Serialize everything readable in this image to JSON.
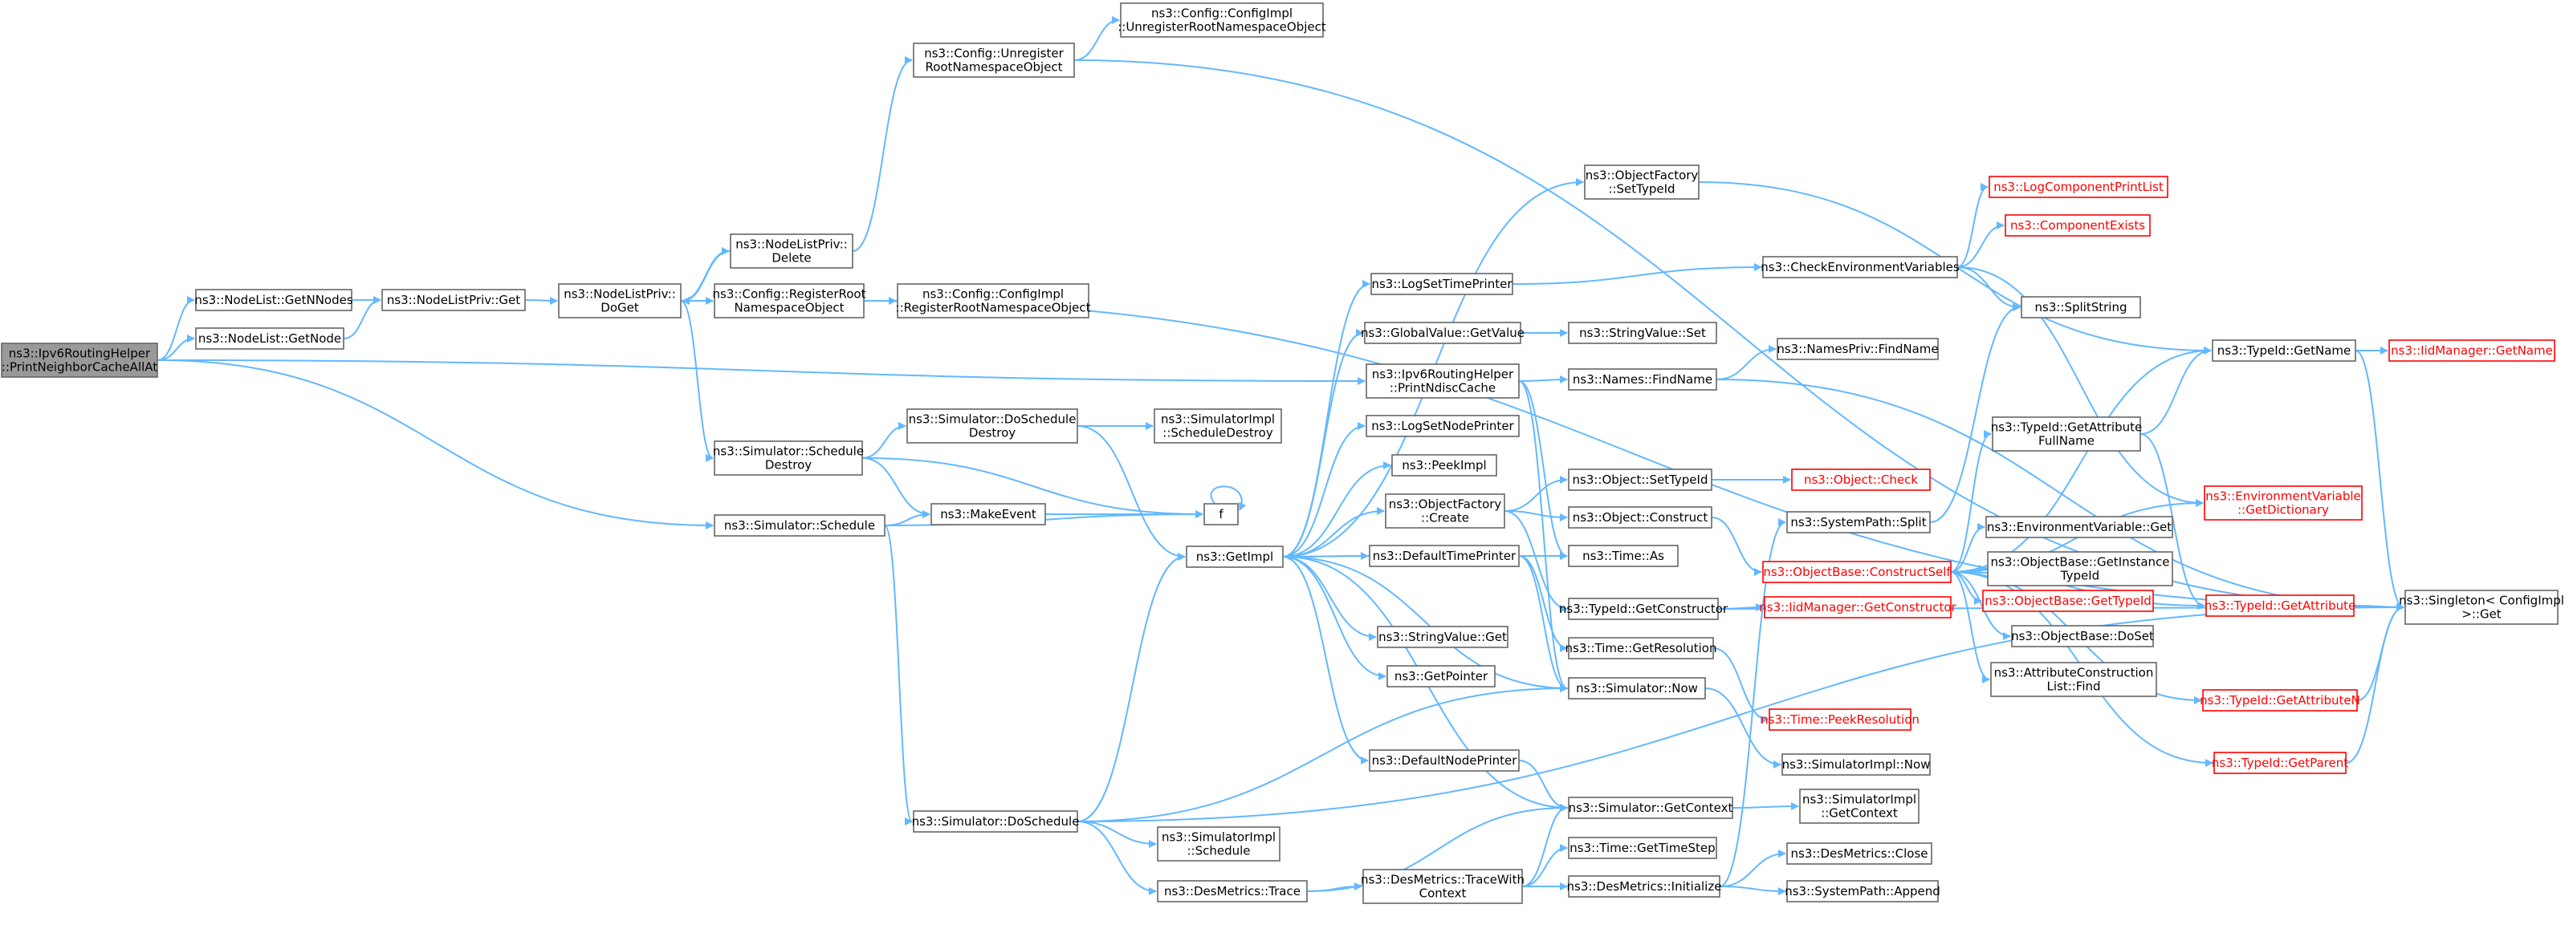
{
  "graph": {
    "nodes": [
      {
        "id": "root",
        "lines": [
          "ns3::Ipv6RoutingHelper",
          "::PrintNeighborCacheAllAt"
        ],
        "style": "root"
      },
      {
        "id": "nlGetNNodes",
        "lines": [
          "ns3::NodeList::GetNNodes"
        ]
      },
      {
        "id": "nlGetNode",
        "lines": [
          "ns3::NodeList::GetNode"
        ]
      },
      {
        "id": "nlpGet",
        "lines": [
          "ns3::NodeListPriv::Get"
        ]
      },
      {
        "id": "nlpDoGet",
        "lines": [
          "ns3::NodeListPriv::",
          "DoGet"
        ]
      },
      {
        "id": "nlpDelete",
        "lines": [
          "ns3::NodeListPriv::",
          "Delete"
        ]
      },
      {
        "id": "cfgUnreg",
        "lines": [
          "ns3::Config::Unregister",
          "RootNamespaceObject"
        ]
      },
      {
        "id": "cfgImplUnreg",
        "lines": [
          "ns3::Config::ConfigImpl",
          "::UnregisterRootNamespaceObject"
        ]
      },
      {
        "id": "cfgReg",
        "lines": [
          "ns3::Config::RegisterRoot",
          "NamespaceObject"
        ]
      },
      {
        "id": "cfgImplReg",
        "lines": [
          "ns3::Config::ConfigImpl",
          "::RegisterRootNamespaceObject"
        ]
      },
      {
        "id": "simSchedDestroy",
        "lines": [
          "ns3::Simulator::Schedule",
          "Destroy"
        ]
      },
      {
        "id": "simDoSchedDestroy",
        "lines": [
          "ns3::Simulator::DoSchedule",
          "Destroy"
        ]
      },
      {
        "id": "simImplSchedDestroy",
        "lines": [
          "ns3::SimulatorImpl",
          "::ScheduleDestroy"
        ]
      },
      {
        "id": "makeEvent",
        "lines": [
          "ns3::MakeEvent"
        ]
      },
      {
        "id": "f",
        "lines": [
          "f"
        ]
      },
      {
        "id": "simSchedule",
        "lines": [
          "ns3::Simulator::Schedule"
        ]
      },
      {
        "id": "simDoSchedule",
        "lines": [
          "ns3::Simulator::DoSchedule"
        ]
      },
      {
        "id": "getImpl",
        "lines": [
          "ns3::GetImpl"
        ]
      },
      {
        "id": "simImplSchedule",
        "lines": [
          "ns3::SimulatorImpl",
          "::Schedule"
        ]
      },
      {
        "id": "desTrace",
        "lines": [
          "ns3::DesMetrics::Trace"
        ]
      },
      {
        "id": "desTraceCtx",
        "lines": [
          "ns3::DesMetrics::TraceWith",
          "Context"
        ]
      },
      {
        "id": "timeGetTimeStep",
        "lines": [
          "ns3::Time::GetTimeStep"
        ]
      },
      {
        "id": "desInit",
        "lines": [
          "ns3::DesMetrics::Initialize"
        ]
      },
      {
        "id": "desClose",
        "lines": [
          "ns3::DesMetrics::Close"
        ]
      },
      {
        "id": "sysAppend",
        "lines": [
          "ns3::SystemPath::Append"
        ]
      },
      {
        "id": "simGetContext",
        "lines": [
          "ns3::Simulator::GetContext"
        ]
      },
      {
        "id": "simImplGetContext",
        "lines": [
          "ns3::SimulatorImpl",
          "::GetContext"
        ]
      },
      {
        "id": "defNodePrinter",
        "lines": [
          "ns3::DefaultNodePrinter"
        ]
      },
      {
        "id": "getPointer",
        "lines": [
          "ns3::GetPointer"
        ]
      },
      {
        "id": "strValGet",
        "lines": [
          "ns3::StringValue::Get"
        ]
      },
      {
        "id": "defTimePrinter",
        "lines": [
          "ns3::DefaultTimePrinter"
        ]
      },
      {
        "id": "objFactCreate",
        "lines": [
          "ns3::ObjectFactory",
          "::Create"
        ]
      },
      {
        "id": "peekImpl",
        "lines": [
          "ns3::PeekImpl"
        ]
      },
      {
        "id": "logSetNodePrinter",
        "lines": [
          "ns3::LogSetNodePrinter"
        ]
      },
      {
        "id": "ipv6PrintNdisc",
        "lines": [
          "ns3::Ipv6RoutingHelper",
          "::PrintNdiscCache"
        ]
      },
      {
        "id": "gvGetValue",
        "lines": [
          "ns3::GlobalValue::GetValue"
        ]
      },
      {
        "id": "strValSet",
        "lines": [
          "ns3::StringValue::Set"
        ]
      },
      {
        "id": "logSetTimePrinter",
        "lines": [
          "ns3::LogSetTimePrinter"
        ]
      },
      {
        "id": "objFactSetTypeId",
        "lines": [
          "ns3::ObjectFactory",
          "::SetTypeId"
        ]
      },
      {
        "id": "checkEnv",
        "lines": [
          "ns3::CheckEnvironmentVariables"
        ]
      },
      {
        "id": "namesFind",
        "lines": [
          "ns3::Names::FindName"
        ]
      },
      {
        "id": "namesPrivFind",
        "lines": [
          "ns3::NamesPriv::FindName"
        ]
      },
      {
        "id": "objSetTypeId",
        "lines": [
          "ns3::Object::SetTypeId"
        ]
      },
      {
        "id": "objCheck",
        "lines": [
          "ns3::Object::Check"
        ],
        "style": "red"
      },
      {
        "id": "objConstruct",
        "lines": [
          "ns3::Object::Construct"
        ]
      },
      {
        "id": "timeAs",
        "lines": [
          "ns3::Time::As"
        ]
      },
      {
        "id": "typeIdGetCtor",
        "lines": [
          "ns3::TypeId::GetConstructor"
        ]
      },
      {
        "id": "iidGetCtor",
        "lines": [
          "ns3::IidManager::GetConstructor"
        ],
        "style": "red"
      },
      {
        "id": "timeGetRes",
        "lines": [
          "ns3::Time::GetResolution"
        ]
      },
      {
        "id": "timePeekRes",
        "lines": [
          "ns3::Time::PeekResolution"
        ],
        "style": "red"
      },
      {
        "id": "simNow",
        "lines": [
          "ns3::Simulator::Now"
        ]
      },
      {
        "id": "simImplNow",
        "lines": [
          "ns3::SimulatorImpl::Now"
        ]
      },
      {
        "id": "sysSplit",
        "lines": [
          "ns3::SystemPath::Split"
        ]
      },
      {
        "id": "objBaseCS",
        "lines": [
          "ns3::ObjectBase::ConstructSelf"
        ],
        "style": "red"
      },
      {
        "id": "logCompPrint",
        "lines": [
          "ns3::LogComponentPrintList"
        ],
        "style": "red"
      },
      {
        "id": "compExists",
        "lines": [
          "ns3::ComponentExists"
        ],
        "style": "red"
      },
      {
        "id": "splitString",
        "lines": [
          "ns3::SplitString"
        ]
      },
      {
        "id": "typeIdGetName",
        "lines": [
          "ns3::TypeId::GetName"
        ]
      },
      {
        "id": "iidGetName",
        "lines": [
          "ns3::IidManager::GetName"
        ],
        "style": "red"
      },
      {
        "id": "typeIdGetAttrFull",
        "lines": [
          "ns3::TypeId::GetAttribute",
          "FullName"
        ]
      },
      {
        "id": "envGetDict",
        "lines": [
          "ns3::EnvironmentVariable",
          "::GetDictionary"
        ],
        "style": "red"
      },
      {
        "id": "envGet",
        "lines": [
          "ns3::EnvironmentVariable::Get"
        ]
      },
      {
        "id": "objBaseGetInst",
        "lines": [
          "ns3::ObjectBase::GetInstance",
          "TypeId"
        ]
      },
      {
        "id": "objBaseGetTypeId",
        "lines": [
          "ns3::ObjectBase::GetTypeId"
        ],
        "style": "red"
      },
      {
        "id": "objBaseDoSet",
        "lines": [
          "ns3::ObjectBase::DoSet"
        ]
      },
      {
        "id": "attrConstFind",
        "lines": [
          "ns3::AttributeConstruction",
          "List::Find"
        ]
      },
      {
        "id": "typeIdGetAttr",
        "lines": [
          "ns3::TypeId::GetAttribute"
        ],
        "style": "red"
      },
      {
        "id": "typeIdGetAttrN",
        "lines": [
          "ns3::TypeId::GetAttributeN"
        ],
        "style": "red"
      },
      {
        "id": "typeIdGetParent",
        "lines": [
          "ns3::TypeId::GetParent"
        ],
        "style": "red"
      },
      {
        "id": "singletonGet",
        "lines": [
          "ns3::Singleton< ConfigImpl",
          ">::Get"
        ]
      }
    ],
    "edges": [
      [
        "root",
        "nlGetNNodes"
      ],
      [
        "root",
        "nlGetNode"
      ],
      [
        "root",
        "ipv6PrintNdisc"
      ],
      [
        "root",
        "simSchedule"
      ],
      [
        "nlGetNNodes",
        "nlpGet"
      ],
      [
        "nlGetNode",
        "nlpGet"
      ],
      [
        "nlpGet",
        "nlpDoGet"
      ],
      [
        "nlpDoGet",
        "nlpDelete"
      ],
      [
        "nlpDoGet",
        "cfgReg"
      ],
      [
        "nlpDoGet",
        "simSchedDestroy"
      ],
      [
        "nlpDelete",
        "nlpDoGet"
      ],
      [
        "nlpDelete",
        "cfgUnreg"
      ],
      [
        "cfgUnreg",
        "cfgImplUnreg"
      ],
      [
        "cfgUnreg",
        "singletonGet"
      ],
      [
        "cfgReg",
        "cfgImplReg"
      ],
      [
        "cfgReg",
        "singletonGet"
      ],
      [
        "simSchedDestroy",
        "simDoSchedDestroy"
      ],
      [
        "simSchedDestroy",
        "makeEvent"
      ],
      [
        "simSchedDestroy",
        "f"
      ],
      [
        "simDoSchedDestroy",
        "simImplSchedDestroy"
      ],
      [
        "simDoSchedDestroy",
        "getImpl"
      ],
      [
        "makeEvent",
        "f"
      ],
      [
        "f",
        "f"
      ],
      [
        "simSchedule",
        "makeEvent"
      ],
      [
        "simSchedule",
        "f"
      ],
      [
        "simSchedule",
        "simDoSchedule"
      ],
      [
        "simDoSchedule",
        "getImpl"
      ],
      [
        "simDoSchedule",
        "simImplSchedule"
      ],
      [
        "simDoSchedule",
        "desTrace"
      ],
      [
        "simDoSchedule",
        "simNow"
      ],
      [
        "simDoSchedule",
        "singletonGet"
      ],
      [
        "getImpl",
        "objFactSetTypeId"
      ],
      [
        "getImpl",
        "logSetTimePrinter"
      ],
      [
        "getImpl",
        "gvGetValue"
      ],
      [
        "getImpl",
        "logSetNodePrinter"
      ],
      [
        "getImpl",
        "peekImpl"
      ],
      [
        "getImpl",
        "objFactCreate"
      ],
      [
        "getImpl",
        "defTimePrinter"
      ],
      [
        "getImpl",
        "strValGet"
      ],
      [
        "getImpl",
        "getPointer"
      ],
      [
        "getImpl",
        "defNodePrinter"
      ],
      [
        "desTrace",
        "simGetContext"
      ],
      [
        "desTrace",
        "desTraceCtx"
      ],
      [
        "desTraceCtx",
        "timeGetTimeStep"
      ],
      [
        "desTraceCtx",
        "desInit"
      ],
      [
        "desTraceCtx",
        "simGetContext"
      ],
      [
        "desInit",
        "desClose"
      ],
      [
        "desInit",
        "sysAppend"
      ],
      [
        "desInit",
        "sysSplit"
      ],
      [
        "simGetContext",
        "getImpl"
      ],
      [
        "simGetContext",
        "simImplGetContext"
      ],
      [
        "defNodePrinter",
        "simGetContext"
      ],
      [
        "defTimePrinter",
        "simNow"
      ],
      [
        "defTimePrinter",
        "timeAs"
      ],
      [
        "defTimePrinter",
        "timeGetRes"
      ],
      [
        "defTimePrinter",
        "getImpl"
      ],
      [
        "objFactCreate",
        "objSetTypeId"
      ],
      [
        "objFactCreate",
        "objConstruct"
      ],
      [
        "objFactCreate",
        "typeIdGetCtor"
      ],
      [
        "ipv6PrintNdisc",
        "namesFind"
      ],
      [
        "ipv6PrintNdisc",
        "simNow"
      ],
      [
        "ipv6PrintNdisc",
        "timeAs"
      ],
      [
        "gvGetValue",
        "strValSet"
      ],
      [
        "logSetTimePrinter",
        "checkEnv"
      ],
      [
        "objFactSetTypeId",
        "typeIdGetName"
      ],
      [
        "checkEnv",
        "logCompPrint"
      ],
      [
        "checkEnv",
        "compExists"
      ],
      [
        "checkEnv",
        "splitString"
      ],
      [
        "checkEnv",
        "envGetDict"
      ],
      [
        "namesFind",
        "namesPrivFind"
      ],
      [
        "namesFind",
        "singletonGet"
      ],
      [
        "objSetTypeId",
        "objCheck"
      ],
      [
        "objConstruct",
        "objBaseCS"
      ],
      [
        "typeIdGetCtor",
        "iidGetCtor"
      ],
      [
        "typeIdGetCtor",
        "singletonGet"
      ],
      [
        "timeGetRes",
        "timePeekRes"
      ],
      [
        "simNow",
        "simImplNow"
      ],
      [
        "simNow",
        "getImpl"
      ],
      [
        "sysSplit",
        "splitString"
      ],
      [
        "objBaseCS",
        "typeIdGetName"
      ],
      [
        "objBaseCS",
        "typeIdGetAttrFull"
      ],
      [
        "objBaseCS",
        "envGetDict"
      ],
      [
        "objBaseCS",
        "envGet"
      ],
      [
        "objBaseCS",
        "objBaseGetInst"
      ],
      [
        "objBaseCS",
        "objBaseGetTypeId"
      ],
      [
        "objBaseCS",
        "objBaseDoSet"
      ],
      [
        "objBaseCS",
        "attrConstFind"
      ],
      [
        "objBaseCS",
        "typeIdGetAttr"
      ],
      [
        "objBaseCS",
        "typeIdGetAttrN"
      ],
      [
        "objBaseCS",
        "typeIdGetParent"
      ],
      [
        "typeIdGetAttrFull",
        "typeIdGetName"
      ],
      [
        "typeIdGetAttrFull",
        "typeIdGetAttr"
      ],
      [
        "typeIdGetName",
        "iidGetName"
      ],
      [
        "typeIdGetName",
        "singletonGet"
      ],
      [
        "typeIdGetAttr",
        "singletonGet"
      ],
      [
        "typeIdGetAttrN",
        "singletonGet"
      ],
      [
        "typeIdGetParent",
        "singletonGet"
      ]
    ]
  }
}
